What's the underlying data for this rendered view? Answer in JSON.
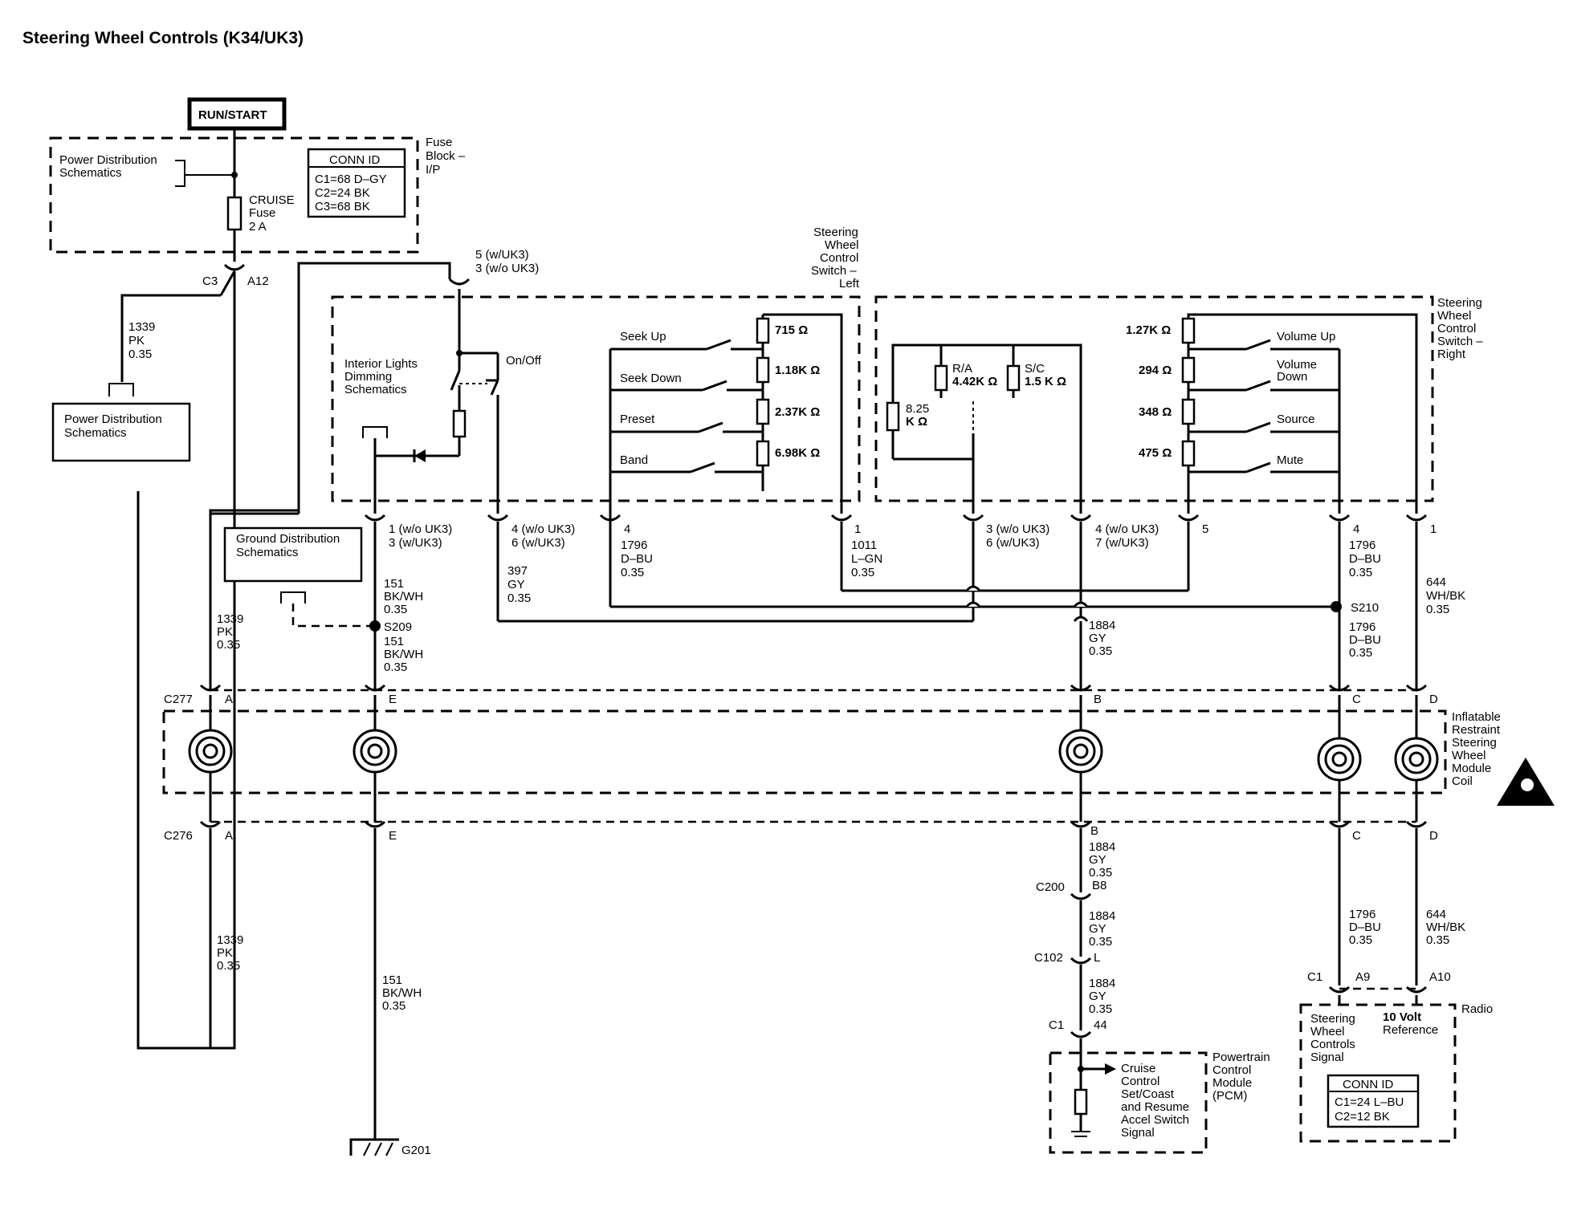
{
  "title": "Steering Wheel Controls (K34/UK3)",
  "run_start": "RUN/START",
  "fuse_block": {
    "label": [
      "Fuse",
      "Block –",
      "I/P"
    ],
    "power_ref": [
      "Power Distribution",
      "Schematics"
    ],
    "fuse": [
      "CRUISE",
      "Fuse",
      "2 A"
    ],
    "conn_title": "CONN ID",
    "conn_rows": [
      "C1=68 D–GY",
      "C2=24 BK",
      "C3=68 BK"
    ],
    "c3": "C3",
    "a12": "A12"
  },
  "left_branch": {
    "wire": [
      "1339",
      "PK",
      "0.35"
    ],
    "box": [
      "Power Distribution",
      "Schematics"
    ]
  },
  "switch_left": {
    "label": [
      "Steering",
      "Wheel",
      "Control",
      "Switch –",
      "Left"
    ],
    "top_pin": [
      "5 (w/UK3)",
      "3 (w/o UK3)"
    ],
    "interior": [
      "Interior Lights",
      "Dimming",
      "Schematics"
    ],
    "onoff": "On/Off",
    "buttons": [
      "Seek Up",
      "Seek Down",
      "Preset",
      "Band"
    ],
    "resistors": [
      "715 Ω",
      "1.18K Ω",
      "2.37K Ω",
      "6.98K Ω"
    ]
  },
  "switch_right": {
    "label": [
      "Steering",
      "Wheel",
      "Control",
      "Switch –",
      "Right"
    ],
    "resistors_left": [
      "8.25",
      "K Ω"
    ],
    "ra": [
      "R/A",
      "4.42K Ω"
    ],
    "sc": [
      "S/C",
      "1.5 K Ω"
    ],
    "values": [
      "1.27K Ω",
      "294 Ω",
      "348 Ω",
      "475 Ω"
    ],
    "buttons": [
      "Volume Up",
      "Volume",
      "Down",
      "Source",
      "Mute"
    ]
  },
  "pins": {
    "p1": [
      "1 (w/o UK3)",
      "3 (w/UK3)"
    ],
    "p2": [
      "4 (w/o UK3)",
      "6 (w/UK3)"
    ],
    "p3": "4",
    "p4": "1",
    "p5": [
      "3 (w/o UK3)",
      "6 (w/UK3)"
    ],
    "p6": [
      "4 (w/o UK3)",
      "7 (w/UK3)"
    ],
    "p7": "5",
    "p8": "4",
    "p9": "1"
  },
  "wires": {
    "w397": [
      "397",
      "GY",
      "0.35"
    ],
    "w1796a": [
      "1796",
      "D–BU",
      "0.35"
    ],
    "w1011": [
      "1011",
      "L–GN",
      "0.35"
    ],
    "w1796b": [
      "1796",
      "D–BU",
      "0.35"
    ],
    "w644a": [
      "644",
      "WH/BK",
      "0.35"
    ],
    "w151a": [
      "151",
      "BK/WH",
      "0.35"
    ],
    "w151b": [
      "151",
      "BK/WH",
      "0.35"
    ],
    "w1339a": [
      "1339",
      "PK",
      "0.35"
    ],
    "w1884a": [
      "1884",
      "GY",
      "0.35"
    ],
    "w1796c": [
      "1796",
      "D–BU",
      "0.35"
    ],
    "w1884b": [
      "1884",
      "GY",
      "0.35"
    ],
    "w1884c": [
      "1884",
      "GY",
      "0.35"
    ],
    "w1884d": [
      "1884",
      "GY",
      "0.35"
    ],
    "w1339b": [
      "1339",
      "PK",
      "0.35"
    ],
    "w151c": [
      "151",
      "BK/WH",
      "0.35"
    ],
    "w1796d": [
      "1796",
      "D–BU",
      "0.35"
    ],
    "w644b": [
      "644",
      "WH/BK",
      "0.35"
    ]
  },
  "ground_ref": [
    "Ground Distribution",
    "Schematics"
  ],
  "splices": [
    "S209",
    "S210"
  ],
  "coil": {
    "c277": "C277",
    "c276": "C276",
    "pins": [
      "A",
      "E",
      "B",
      "C",
      "D"
    ],
    "label": [
      "Inflatable",
      "Restraint",
      "Steering",
      "Wheel",
      "Module",
      "Coil"
    ]
  },
  "pcm_path": {
    "c200": "C200",
    "b8": "B8",
    "c102": "C102",
    "l": "L",
    "c1": "C1",
    "p44": "44",
    "pcm_label": [
      "Powertrain",
      "Control",
      "Module",
      "(PCM)"
    ],
    "signal": [
      "Cruise",
      "Control",
      "Set/Coast",
      "and Resume",
      "Accel Switch",
      "Signal"
    ]
  },
  "radio": {
    "c1": "C1",
    "a9": "A9",
    "a10": "A10",
    "label": "Radio",
    "signal": [
      "Steering",
      "Wheel",
      "Controls",
      "Signal"
    ],
    "ref": [
      "10 Volt",
      "Reference"
    ],
    "conn_title": "CONN ID",
    "conn_rows": [
      "C1=24 L–BU",
      "C2=12 BK"
    ]
  },
  "ground": "G201"
}
